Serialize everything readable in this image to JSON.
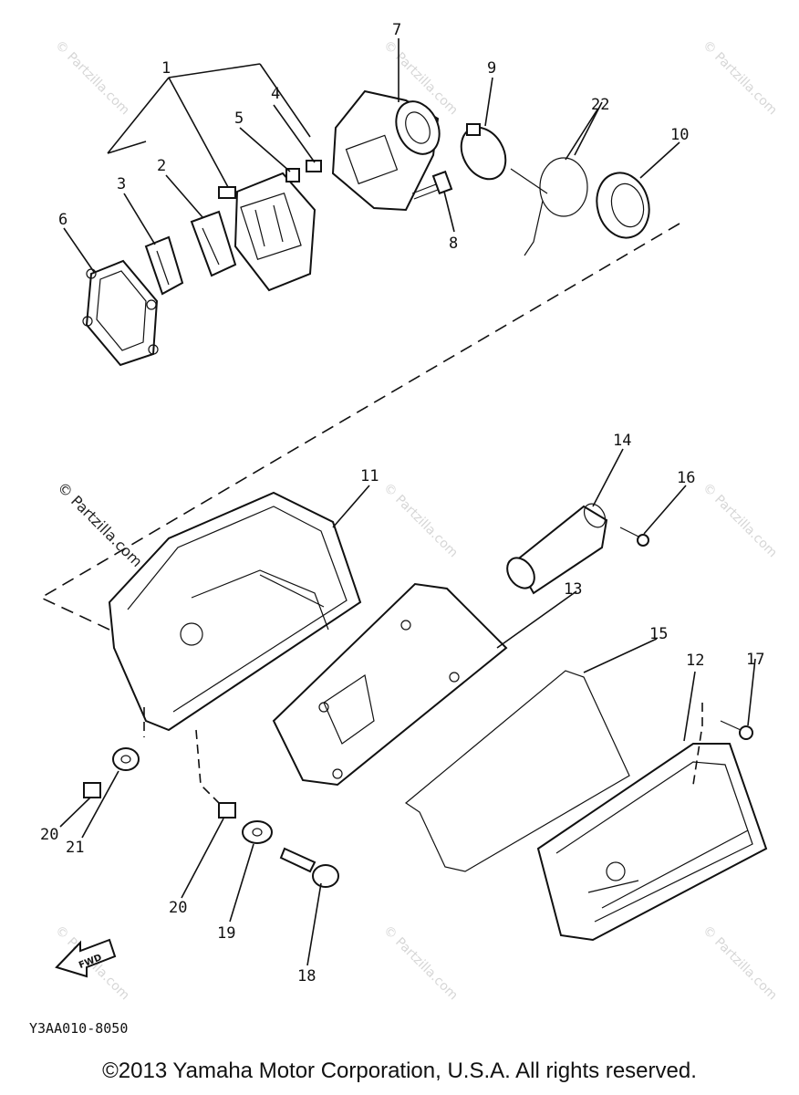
{
  "watermark": "© Partzilla.com",
  "diagram_code": "Y3AA010-8050",
  "copyright": "©2013 Yamaha Motor Corporation, U.S.A. All rights reserved.",
  "fwd_label": "FWD",
  "callouts": {
    "c1": "1",
    "c2": "2",
    "c3": "3",
    "c4": "4",
    "c5": "5",
    "c6": "6",
    "c7": "7",
    "c8": "8",
    "c9": "9",
    "c10": "10",
    "c11": "11",
    "c12": "12",
    "c13": "13",
    "c14": "14",
    "c15": "15",
    "c16": "16",
    "c17": "17",
    "c18": "18",
    "c19": "19",
    "c20a": "20",
    "c20b": "20",
    "c21": "21",
    "c22": "22"
  }
}
